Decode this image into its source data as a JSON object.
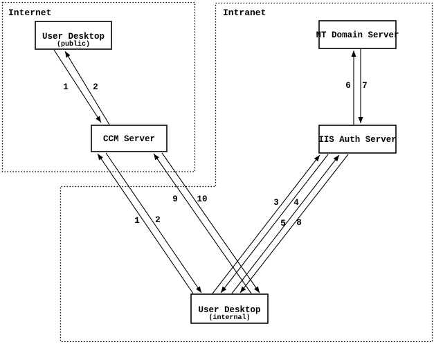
{
  "diagram": {
    "regions": [
      {
        "label": "Internet"
      },
      {
        "label": "Intranet"
      }
    ],
    "nodes": [
      {
        "label": "User Desktop",
        "sublabel": "(public)"
      },
      {
        "label": "CCM Server"
      },
      {
        "label": "NT Domain Server"
      },
      {
        "label": "IIS Auth Server"
      },
      {
        "label": "User Desktop",
        "sublabel": "(internal)"
      }
    ],
    "message_labels": [
      {
        "text": "1"
      },
      {
        "text": "2"
      },
      {
        "text": "1"
      },
      {
        "text": "2"
      },
      {
        "text": "9"
      },
      {
        "text": "10"
      },
      {
        "text": "3"
      },
      {
        "text": "4"
      },
      {
        "text": "5"
      },
      {
        "text": "8"
      },
      {
        "text": "6"
      },
      {
        "text": "7"
      }
    ],
    "colors": {
      "line": "#000000",
      "background": "#ffffff"
    }
  }
}
